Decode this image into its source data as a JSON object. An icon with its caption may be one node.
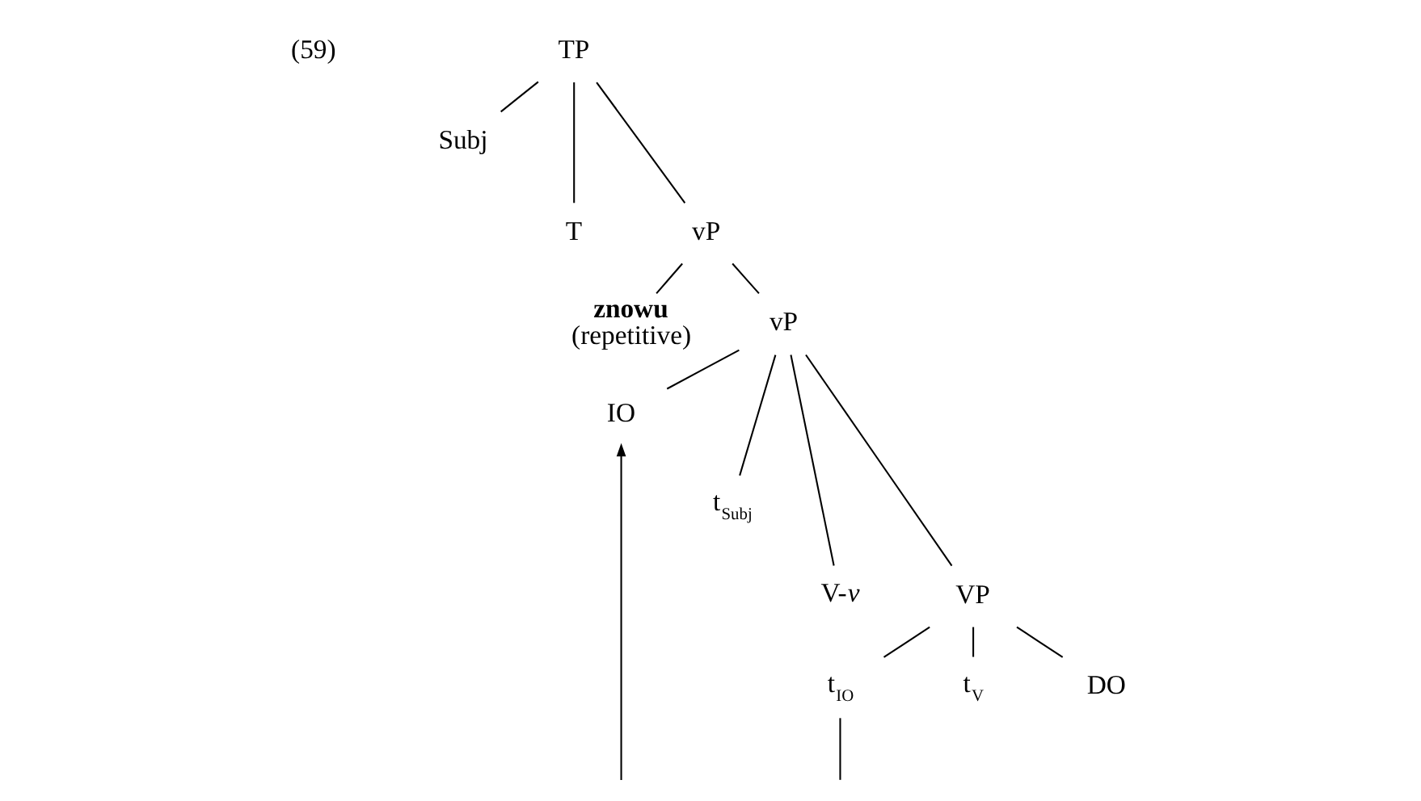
{
  "diagram": {
    "nodes": [
      {
        "text": [
          "TP"
        ]
      },
      {
        "text": [
          "Subj"
        ]
      },
      {
        "text": [
          "T"
        ]
      },
      {
        "text": [
          "vP"
        ]
      },
      {
        "text": [
          "znowu",
          "(repetitive)"
        ]
      },
      {
        "text": [
          "vP"
        ]
      },
      {
        "text": [
          "IO"
        ]
      },
      {
        "text": [
          "t$_{Subj}$"
        ]
      },
      {
        "text": [
          "V-*v*"
        ]
      },
      {
        "text": [
          "VP"
        ]
      },
      {
        "text": [
          "t$_{IO}$"
        ]
      },
      {
        "text": [
          "t$_{V}$"
        ]
      },
      {
        "text": [
          "DO"
        ]
      }
    ],
    "edges": [
      {
        "from": 0,
        "to": 1,
        "arrow": "none"
      },
      {
        "from": 0,
        "to": 2,
        "arrow": "none"
      },
      {
        "from": 0,
        "to": 3,
        "arrow": "none"
      },
      {
        "from": 3,
        "to": 4,
        "arrow": "none"
      },
      {
        "from": 3,
        "to": 5,
        "arrow": "none"
      },
      {
        "from": 5,
        "to": 6,
        "arrow": "none"
      },
      {
        "from": 5,
        "to": 7,
        "arrow": "none"
      },
      {
        "from": 5,
        "to": 8,
        "arrow": "none"
      },
      {
        "from": 5,
        "to": 9,
        "arrow": "none"
      },
      {
        "from": 9,
        "to": 10,
        "arrow": "none"
      },
      {
        "from": 9,
        "to": 11,
        "arrow": "none"
      },
      {
        "from": 9,
        "to": 12,
        "arrow": "none"
      },
      {
        "from": 10,
        "to": null,
        "arrow": "none"
      },
      {
        "from": null,
        "to": 6,
        "arrow": "to"
      }
    ],
    "labels": [
      "(59)"
    ]
  }
}
